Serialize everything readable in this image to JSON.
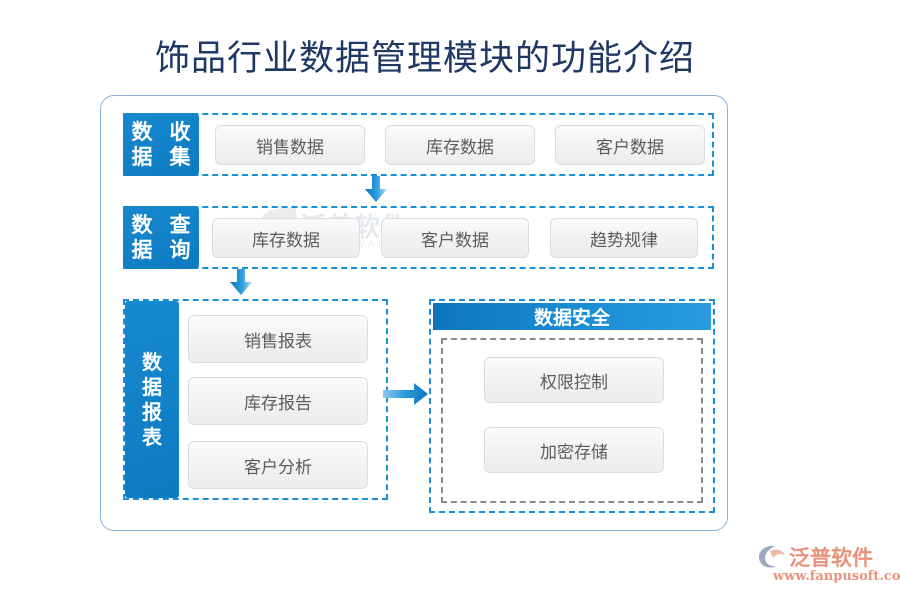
{
  "page": {
    "title": "饰品行业数据管理模块的功能介绍",
    "accent_blue": "#1a8fd8",
    "label_blue": "#0d7ac0",
    "title_color": "#1f3864",
    "item_text_color": "#5c5c5c",
    "logo_color": "#e8927c"
  },
  "watermark": {
    "text": "泛普软件",
    "subtext": "SOFTWARE"
  },
  "rows": [
    {
      "id": "data-collection",
      "label": "数据收集",
      "label_lines": [
        "数据",
        "收集"
      ],
      "items": [
        "销售数据",
        "库存数据",
        "客户数据"
      ]
    },
    {
      "id": "data-query",
      "label": "数据查询",
      "label_lines": [
        "数据",
        "查询"
      ],
      "items": [
        "库存数据",
        "客户数据",
        "趋势规律"
      ]
    },
    {
      "id": "data-report",
      "label": "数据报表",
      "label_lines": [
        "数",
        "据",
        "报",
        "表"
      ],
      "items": [
        "销售报表",
        "库存报告",
        "客户分析"
      ]
    }
  ],
  "security": {
    "header": "数据安全",
    "items": [
      "权限控制",
      "加密存储"
    ]
  },
  "arrows": {
    "down_1": "arrow-down-icon",
    "down_2": "arrow-down-icon",
    "right_1": "arrow-right-icon"
  },
  "footer": {
    "brand": "泛普软件",
    "url": "www.fanpusoft.com"
  }
}
